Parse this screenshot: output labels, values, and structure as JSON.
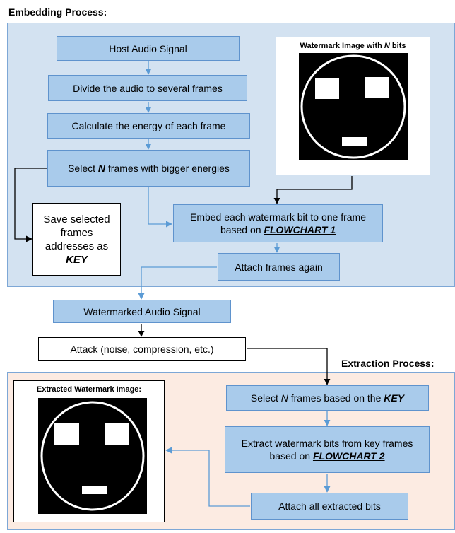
{
  "embedding": {
    "title": "Embedding Process:",
    "host_audio": "Host Audio Signal",
    "divide": "Divide the audio to several frames",
    "energy": "Calculate the energy of each frame",
    "select_pre": "Select ",
    "select_n": "N",
    "select_post": " frames with bigger energies",
    "save_text": "Save selected frames addresses as",
    "save_key": "KEY",
    "embed_text": "Embed each watermark bit to one frame based on",
    "embed_flowchart": "FLOWCHART 1",
    "attach": "Attach frames again",
    "watermark_title_pre": "Watermark Image with ",
    "watermark_title_n": "N",
    "watermark_title_post": " bits"
  },
  "watermarked_audio": "Watermarked Audio Signal",
  "attack": "Attack (noise, compression, etc.)",
  "extraction": {
    "title": "Extraction Process:",
    "select_pre": "Select ",
    "select_n": "N",
    "select_post": " frames based on the ",
    "select_key": "KEY",
    "extract_text": "Extract watermark bits from key frames based on",
    "extract_flowchart": "FLOWCHART 2",
    "attach_bits": "Attach all extracted bits",
    "extracted_title": "Extracted Watermark Image:"
  },
  "colors": {
    "embed_panel": "#d3e2f1",
    "extract_panel": "#fcebe2",
    "process_box": "#a9cbeb",
    "box_border": "#5f93cd",
    "arrow": "#5b9bd5"
  }
}
